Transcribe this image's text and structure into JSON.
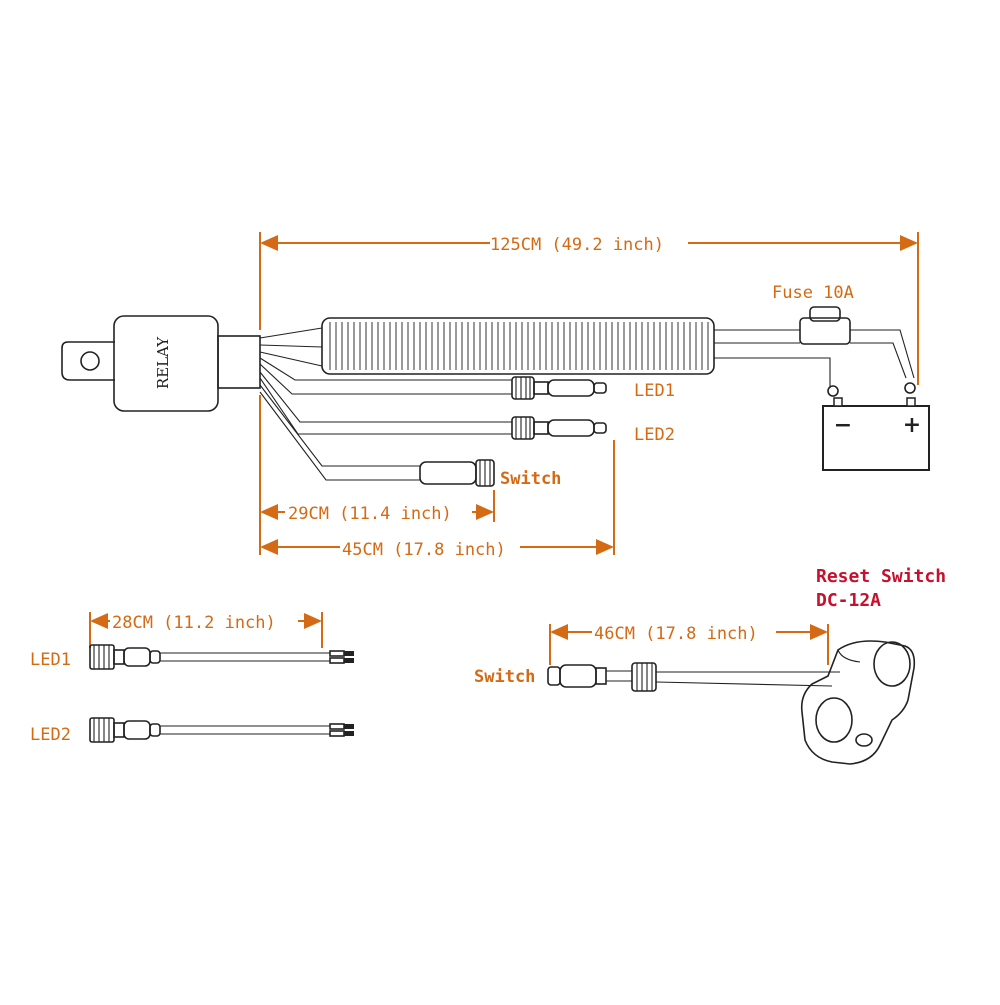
{
  "colors": {
    "label": "#d46a14",
    "accent_red": "#c8102e",
    "line": "#222222"
  },
  "relay": {
    "label": "RELAY"
  },
  "dimensions": {
    "total": "125CM (49.2 inch)",
    "switch_branch": "29CM (11.4 inch)",
    "led_branch": "45CM (17.8 inch)",
    "led_cable": "28CM (11.2 inch)",
    "switch_cable": "46CM (17.8 inch)"
  },
  "labels": {
    "fuse": "Fuse 10A",
    "led1": "LED1",
    "led2": "LED2",
    "switch": "Switch",
    "led1_cable": "LED1",
    "led2_cable": "LED2",
    "switch_cable": "Switch",
    "reset_switch": "Reset Switch",
    "reset_rating": "DC-12A",
    "battery_minus": "−",
    "battery_plus": "+"
  }
}
